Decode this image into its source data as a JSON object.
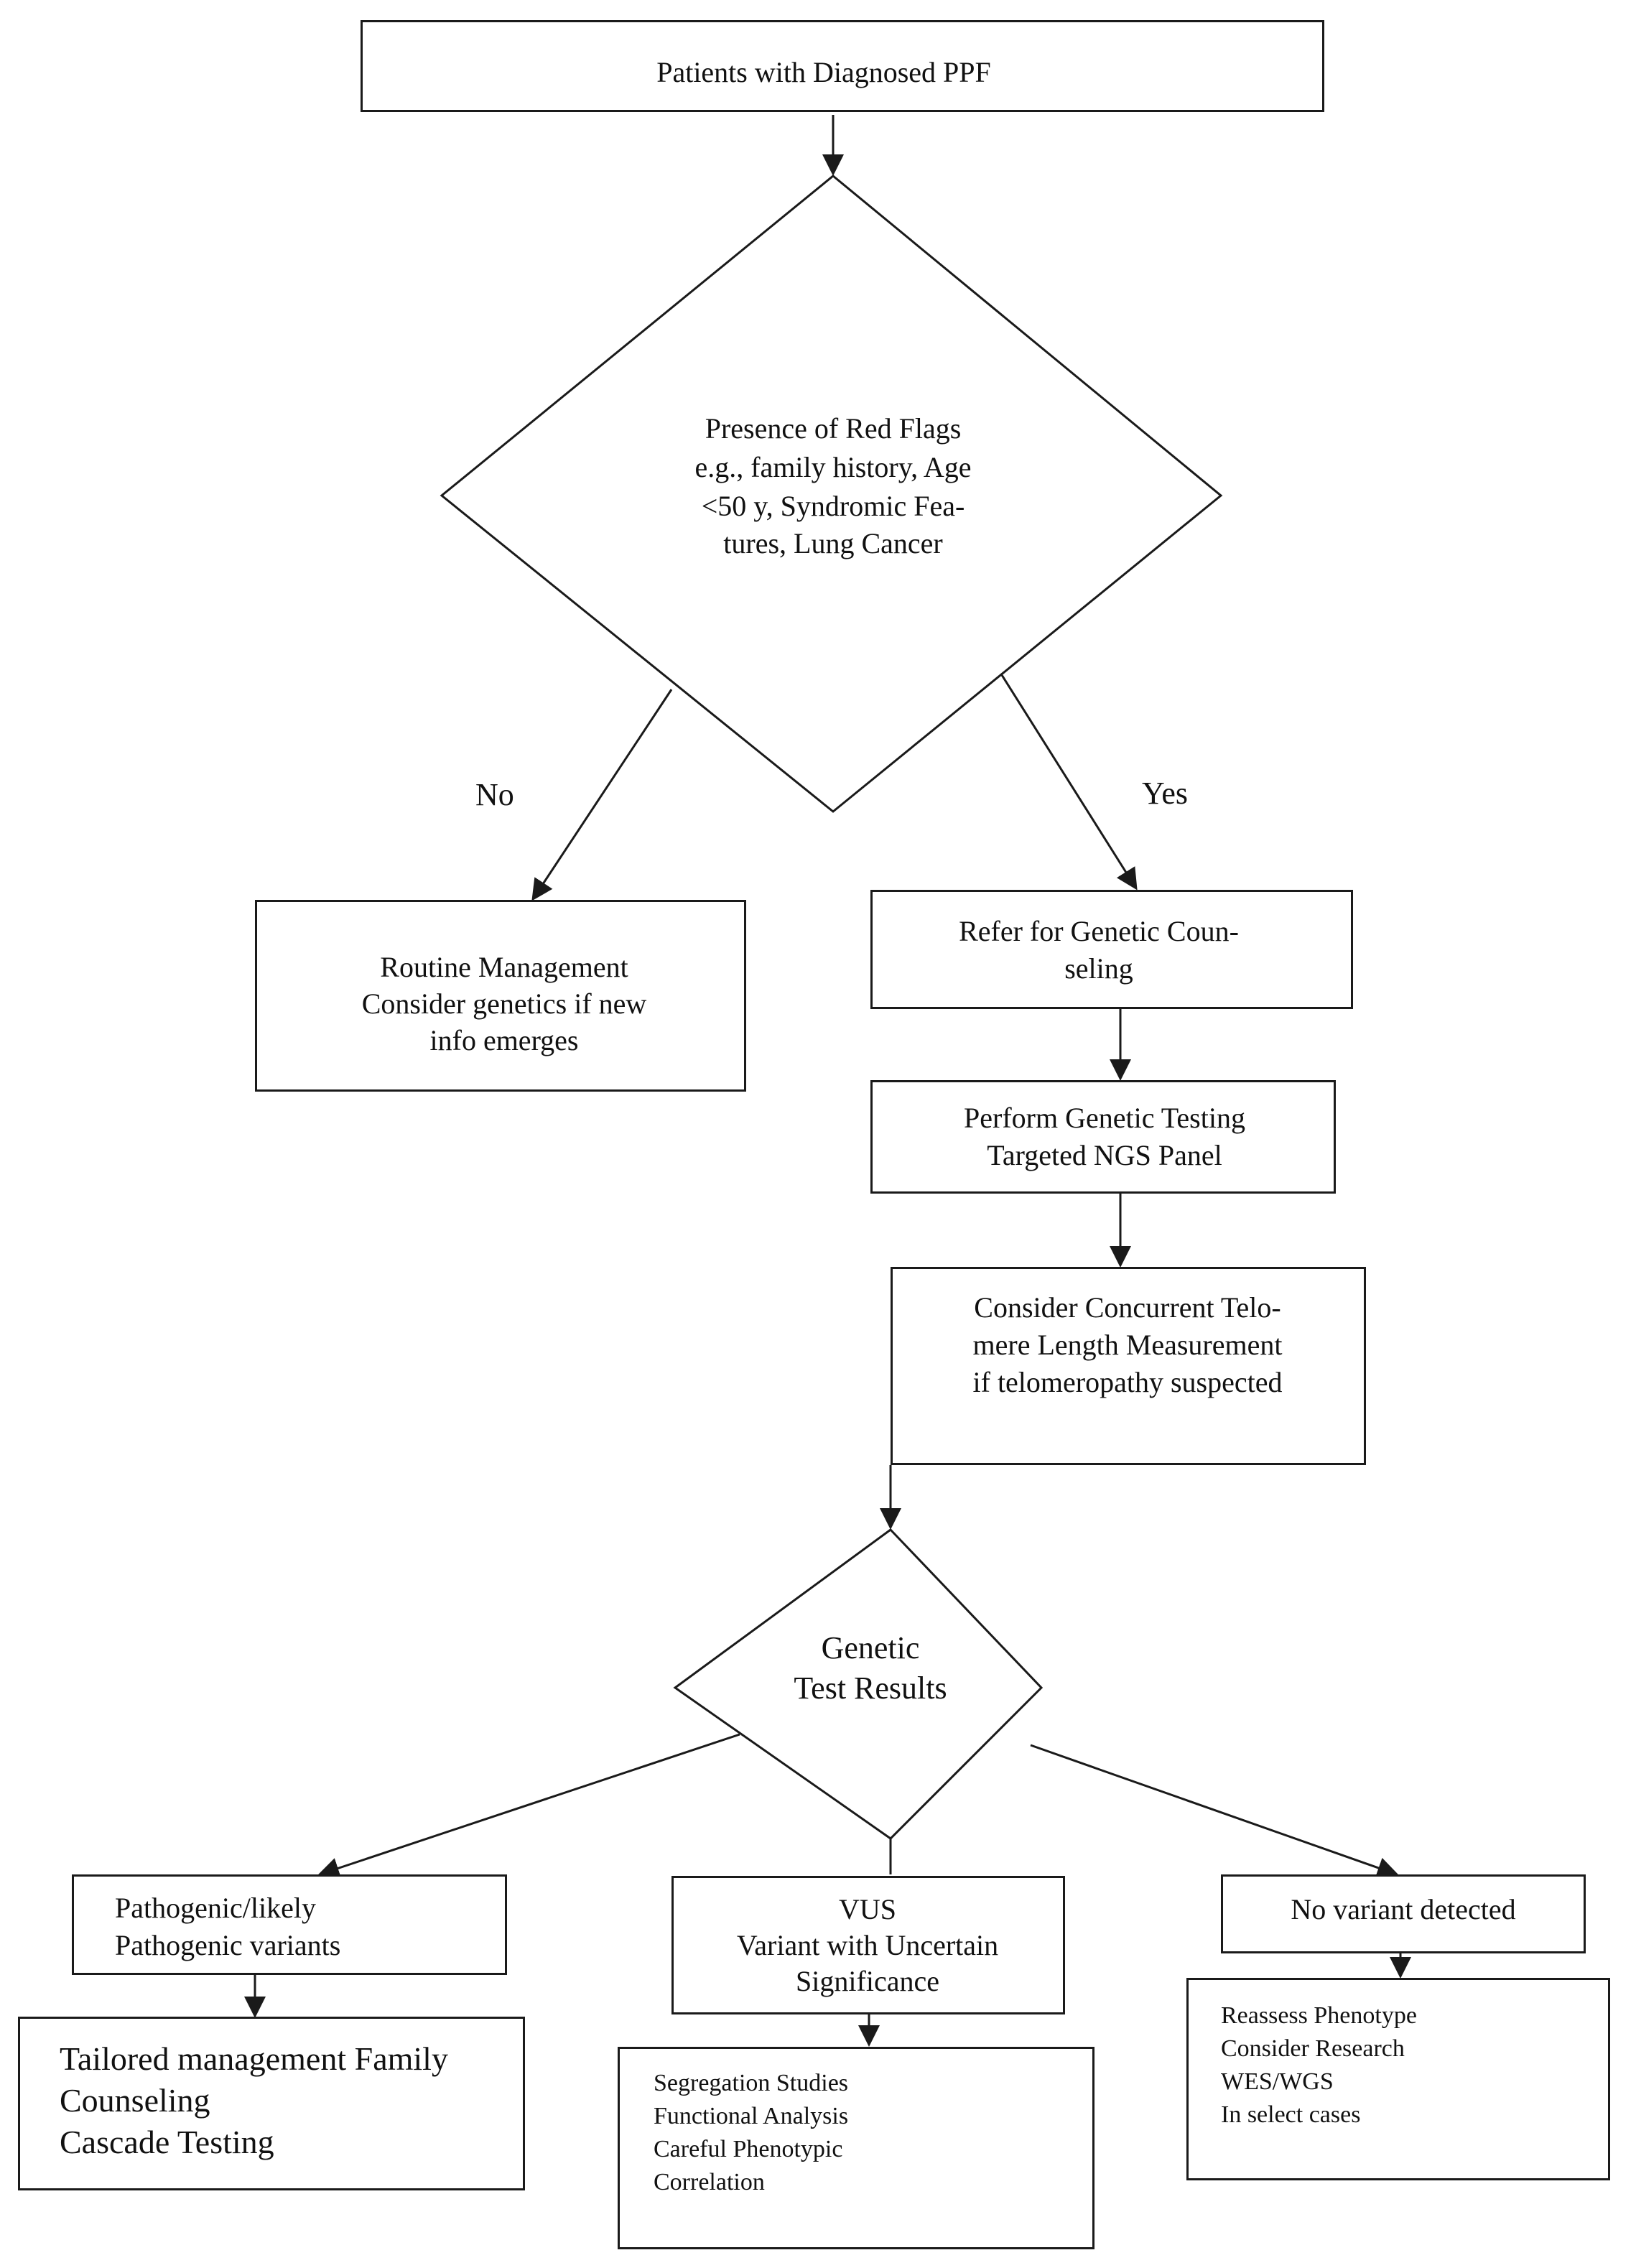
{
  "start": {
    "label": "Patients with Diagnosed PPF"
  },
  "red_flags": {
    "lines": [
      "Presence of Red Flags",
      "e.g., family history, Age",
      "<50 y, Syndromic Fea-",
      "tures, Lung Cancer"
    ]
  },
  "branch_labels": {
    "no": "No",
    "yes": "Yes"
  },
  "routine": {
    "lines": [
      "Routine Management",
      "Consider genetics if new",
      "info emerges"
    ]
  },
  "refer": {
    "lines": [
      "Refer for Genetic Coun-",
      "seling"
    ]
  },
  "testing": {
    "lines": [
      "Perform Genetic Testing",
      "Targeted NGS Panel"
    ]
  },
  "telomere": {
    "lines": [
      "Consider Concurrent Telo-",
      "mere Length Measurement",
      "if telomeropathy suspected"
    ]
  },
  "results": {
    "lines": [
      "Genetic",
      "Test Results"
    ]
  },
  "pathogenic": {
    "lines": [
      "Pathogenic/likely",
      "Pathogenic variants"
    ]
  },
  "vus": {
    "lines": [
      "VUS",
      "Variant with Uncertain",
      "Significance"
    ]
  },
  "no_variant": {
    "label": "No variant detected"
  },
  "tailored": {
    "lines": [
      "Tailored management Family",
      "Counseling",
      "Cascade Testing"
    ]
  },
  "segregation": {
    "lines": [
      "Segregation Studies",
      "Functional Analysis",
      "Careful Phenotypic",
      "Correlation"
    ]
  },
  "reassess": {
    "lines": [
      "Reassess Phenotype",
      "Consider Research",
      "WES/WGS",
      "In select cases"
    ]
  }
}
